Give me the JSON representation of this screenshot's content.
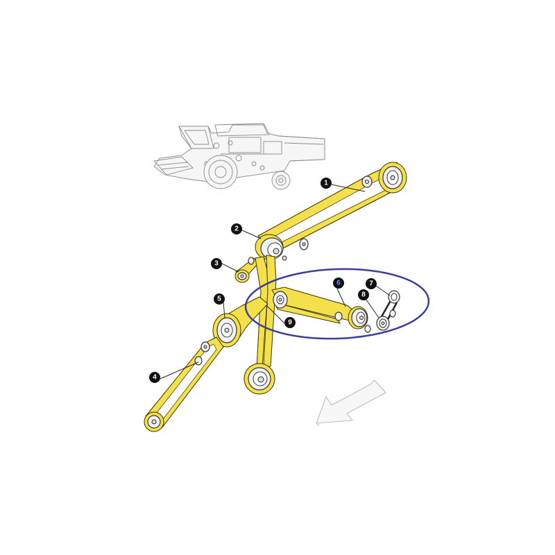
{
  "callouts": [
    {
      "id": "1",
      "label": "1"
    },
    {
      "id": "2",
      "label": "2"
    },
    {
      "id": "3",
      "label": "3"
    },
    {
      "id": "4",
      "label": "4"
    },
    {
      "id": "5",
      "label": "5"
    },
    {
      "id": "6",
      "label": "6"
    },
    {
      "id": "7",
      "label": "7"
    },
    {
      "id": "8",
      "label": "8"
    },
    {
      "id": "9",
      "label": "9"
    }
  ],
  "colors": {
    "belt": "#f4e04a",
    "highlight_ring": "#3a3f9e",
    "callout_badge": "#111111",
    "callout_6_text": "#6f8dff"
  },
  "icons": [
    "combine-harvester-icon",
    "direction-arrow-icon"
  ]
}
